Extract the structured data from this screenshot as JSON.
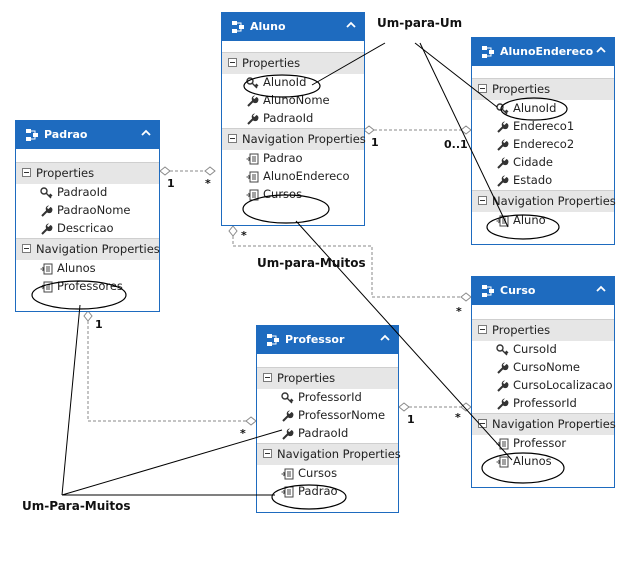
{
  "entities": {
    "aluno": {
      "title": "Aluno",
      "properties_label": "Properties",
      "properties": [
        "AlunoId",
        "AlunoNome",
        "PadraoId"
      ],
      "nav_label": "Navigation Properties",
      "nav": [
        "Padrao",
        "AlunoEndereco",
        "Cursos"
      ]
    },
    "alunoendereco": {
      "title": "AlunoEndereco",
      "properties_label": "Properties",
      "properties": [
        "AlunoId",
        "Endereco1",
        "Endereco2",
        "Cidade",
        "Estado"
      ],
      "nav_label": "Navigation Properties",
      "nav": [
        "Aluno"
      ]
    },
    "padrao": {
      "title": "Padrao",
      "properties_label": "Properties",
      "properties": [
        "PadraoId",
        "PadraoNome",
        "Descricao"
      ],
      "nav_label": "Navigation Properties",
      "nav": [
        "Alunos",
        "Professores"
      ]
    },
    "curso": {
      "title": "Curso",
      "properties_label": "Properties",
      "properties": [
        "CursoId",
        "CursoNome",
        "CursoLocalizacao",
        "ProfessorId"
      ],
      "nav_label": "Navigation Properties",
      "nav": [
        "Professor",
        "Alunos"
      ]
    },
    "professor": {
      "title": "Professor",
      "properties_label": "Properties",
      "properties": [
        "ProfessorId",
        "ProfessorNome",
        "PadraoId"
      ],
      "nav_label": "Navigation Properties",
      "nav": [
        "Cursos",
        "Padrao"
      ]
    }
  },
  "annotations": {
    "one_to_one": "Um-para-Um",
    "one_to_many": "Um-para-Muitos",
    "one_to_many_bottom": "Um-Para-Muitos"
  },
  "multiplicity": {
    "padrao_aluno_1": "1",
    "padrao_aluno_many": "*",
    "aluno_endereco_1": "1",
    "aluno_endereco_0_1": "0..1",
    "aluno_curso_many_top": "*",
    "aluno_curso_many_bottom": "*",
    "padrao_professor_1": "1",
    "padrao_professor_many": "*",
    "professor_curso_1": "1",
    "professor_curso_many": "*"
  },
  "colors": {
    "header": "#1e6bbf",
    "section": "#e6e6e6",
    "connector": "#8a8a8a"
  }
}
